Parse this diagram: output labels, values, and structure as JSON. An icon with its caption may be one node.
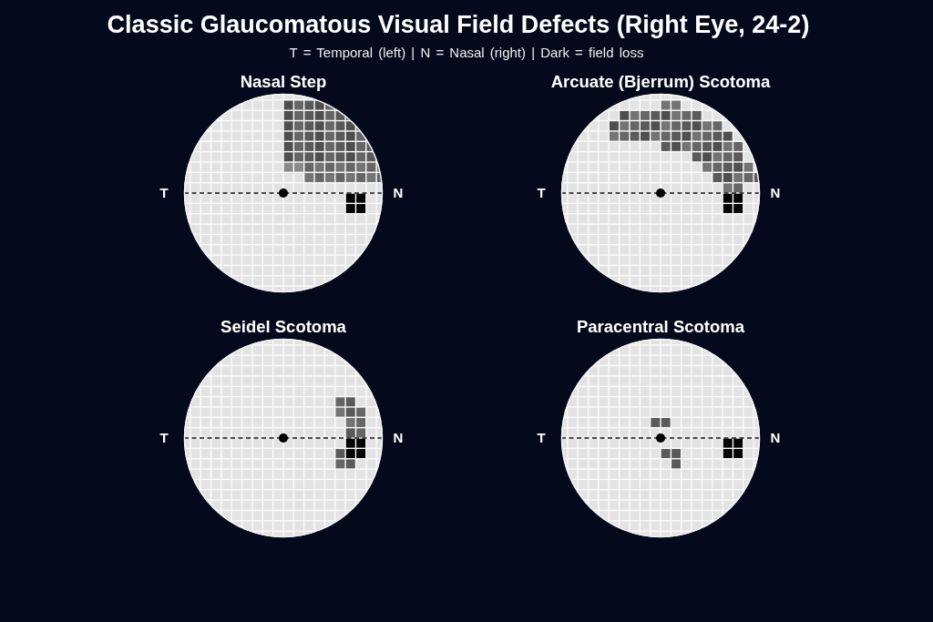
{
  "diagram": {
    "title": "Classic Glaucomatous Visual Field Defects (Right Eye, 24-2)",
    "labels": [
      "T = Temporal (left) | N = Nasal (right) | Dark = field loss",
      "Nasal Step",
      "Arcuate (Bjerrum) Scotoma",
      "T",
      "N",
      "T",
      "N",
      "Seidel Scotoma",
      "Paracentral Scotoma",
      "T",
      "N",
      "T",
      "N"
    ]
  }
}
